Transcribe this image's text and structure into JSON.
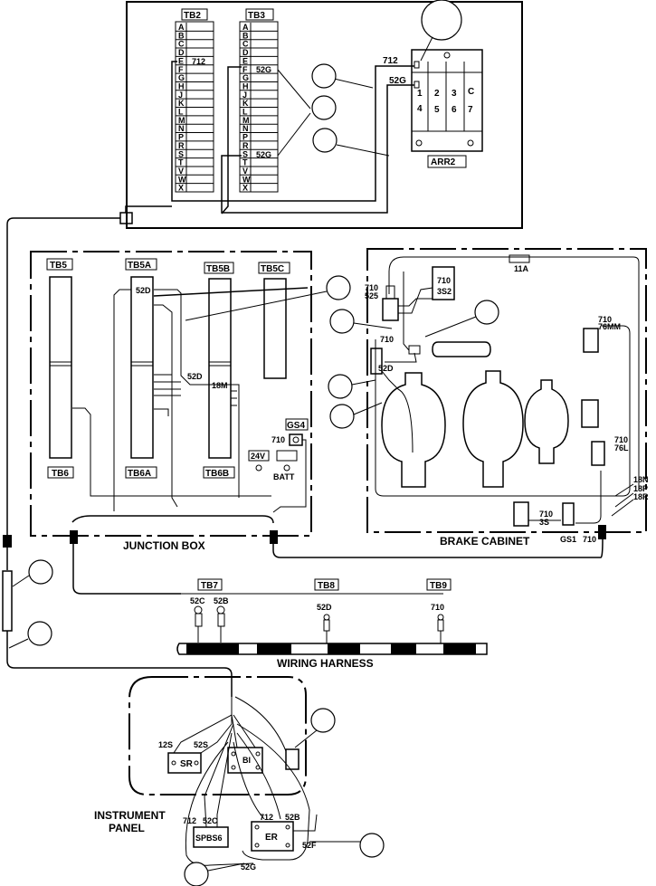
{
  "labels": {
    "tb2": "TB2",
    "tb3": "TB3",
    "arr2": "ARR2",
    "tb5": "TB5",
    "tb5a": "TB5A",
    "tb5b": "TB5B",
    "tb5c": "TB5C",
    "tb6": "TB6",
    "tb6a": "TB6A",
    "tb6b": "TB6B",
    "gs4": "GS4",
    "v24": "24V",
    "batt": "BATT",
    "junction_box": "JUNCTION BOX",
    "brake_cabinet": "BRAKE CABINET",
    "a11": "11A",
    "gs1": "GS1",
    "tb7": "TB7",
    "tb8": "TB8",
    "tb9": "TB9",
    "wiring_harness": "WIRING HARNESS",
    "instrument_panel_1": "INSTRUMENT",
    "instrument_panel_2": "PANEL",
    "sr": "SR",
    "er": "ER",
    "spbs6": "SPBS6",
    "bi": "BI"
  },
  "tb_letters": [
    "A",
    "B",
    "C",
    "D",
    "E",
    "F",
    "G",
    "H",
    "J",
    "K",
    "L",
    "M",
    "N",
    "P",
    "R",
    "S",
    "T",
    "V",
    "W",
    "X"
  ],
  "arr_numbers": [
    "1",
    "2",
    "3",
    "C",
    "4",
    "5",
    "6",
    "7"
  ],
  "wires": {
    "w712a": "712",
    "w712b": "712",
    "w52g_tb3f": "52G",
    "w52g_tb3s": "52G",
    "w52g_arr": "52G",
    "w52d_tb5a": "52D",
    "w52d_mid": "52D",
    "w18m": "18M",
    "w710_gs4": "710",
    "w710_525": "710",
    "w525": "525",
    "w710_3s2_a": "710",
    "w3s2": "3S2",
    "w710_b": "710",
    "w52d_brake": "52D",
    "w710_76mm": "710",
    "w76mm": "76MM",
    "w710_76l": "710",
    "w76l": "76L",
    "w18n": "18N",
    "w18p": "18P",
    "w18r": "18R",
    "w710_3s": "710",
    "w3s": "3S",
    "w710_gs1": "710",
    "w52c_tb7": "52C",
    "w52b_tb7": "52B",
    "w52d_tb8": "52D",
    "w710_tb9": "710",
    "w12s": "12S",
    "w52s": "52S",
    "w712_ip": "712",
    "w52c_ip": "52C",
    "w712_er": "712",
    "w52b_er": "52B",
    "w52f": "52F",
    "w52g_ip": "52G"
  }
}
